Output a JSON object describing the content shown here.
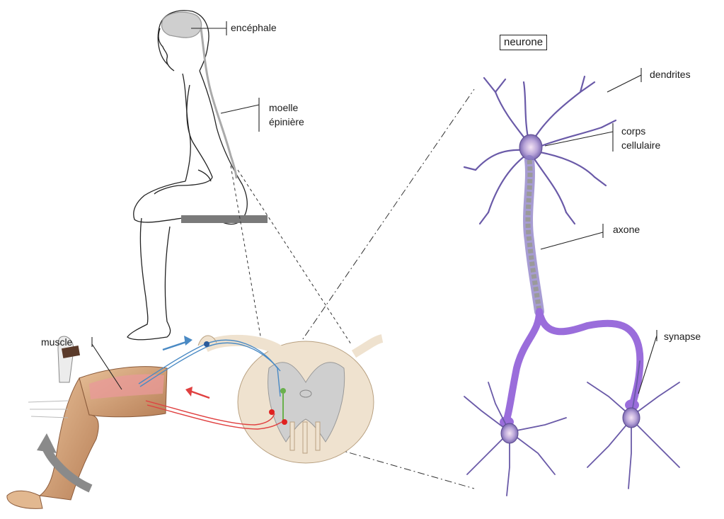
{
  "labels": {
    "encephale": "encéphale",
    "moelle_1": "moelle",
    "moelle_2": "épinière",
    "neurone": "neurone",
    "dendrites": "dendrites",
    "corps_1": "corps",
    "corps_2": "cellulaire",
    "axone": "axone",
    "synapse": "synapse",
    "muscle": "muscle"
  },
  "colors": {
    "neuron": "#8a7bc4",
    "neuron_dark": "#5b4a8f",
    "axon_link": "#9a6ddb",
    "sensory": "#4a8ac4",
    "motor": "#e04040",
    "interneuron": "#6ab04c",
    "grey_matter": "#cfcfcf",
    "white_matter": "#efe2cf",
    "skin": "#d8a878",
    "seat": "#7a7a7a",
    "arrow_grey": "#8a8a8a"
  }
}
